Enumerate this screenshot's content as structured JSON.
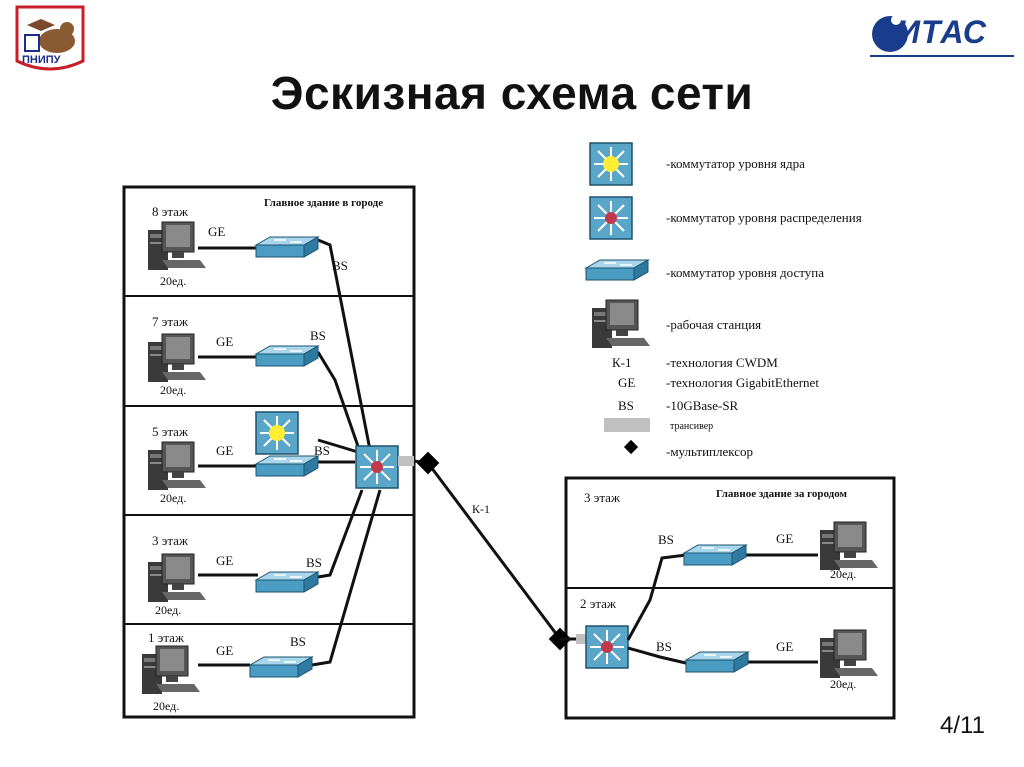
{
  "header": {
    "title": "Эскизная схема сети",
    "page_number": "4/11",
    "logo_left_text": "ПНИПУ",
    "logo_right_text": "ИТАС"
  },
  "colors": {
    "switch_fill": "#5aa6c8",
    "core_center": "#ffee33",
    "dist_center": "#c23a4a",
    "transceiver": "#c0c0c0",
    "frame": "#111111"
  },
  "diagram": {
    "building_city": {
      "title": "Главное здание в городе",
      "floors": [
        {
          "label": "8 этаж",
          "count": "20ед.",
          "ge": "GE",
          "bs": "BS"
        },
        {
          "label": "7 этаж",
          "count": "20ед.",
          "ge": "GE",
          "bs": "BS"
        },
        {
          "label": "5 этаж",
          "count": "20ед.",
          "ge": "GE",
          "bs": "BS"
        },
        {
          "label": "3 этаж",
          "count": "20ед.",
          "ge": "GE",
          "bs": "BS"
        },
        {
          "label": "1 этаж",
          "count": "20ед.",
          "ge": "GE",
          "bs": "BS"
        }
      ]
    },
    "building_suburb": {
      "title": "Главное здание за городом",
      "floors": [
        {
          "label": "3 этаж",
          "count": "20ед.",
          "ge": "GE",
          "bs": "BS"
        },
        {
          "label": "2 этаж",
          "count": "20ед.",
          "ge": "GE",
          "bs": "BS"
        }
      ]
    },
    "link_label": "К-1",
    "legend": [
      {
        "icon": "core-switch-icon",
        "text": "-коммутатор уровня ядра"
      },
      {
        "icon": "distribution-switch-icon",
        "text": "-коммутатор уровня распределения"
      },
      {
        "icon": "access-switch-icon",
        "text": "-коммутатор уровня доступа"
      },
      {
        "icon": "workstation-icon",
        "text": "-рабочая станция"
      },
      {
        "abbr": "К-1",
        "text": "-технология CWDM"
      },
      {
        "abbr": "GE",
        "text": "-технология GigabitEthernet"
      },
      {
        "abbr": "BS",
        "text": "-10GBase-SR"
      },
      {
        "icon": "transceiver-icon",
        "text": "трансивер"
      },
      {
        "icon": "multiplexer-icon",
        "text": "-мультиплексор"
      }
    ]
  }
}
